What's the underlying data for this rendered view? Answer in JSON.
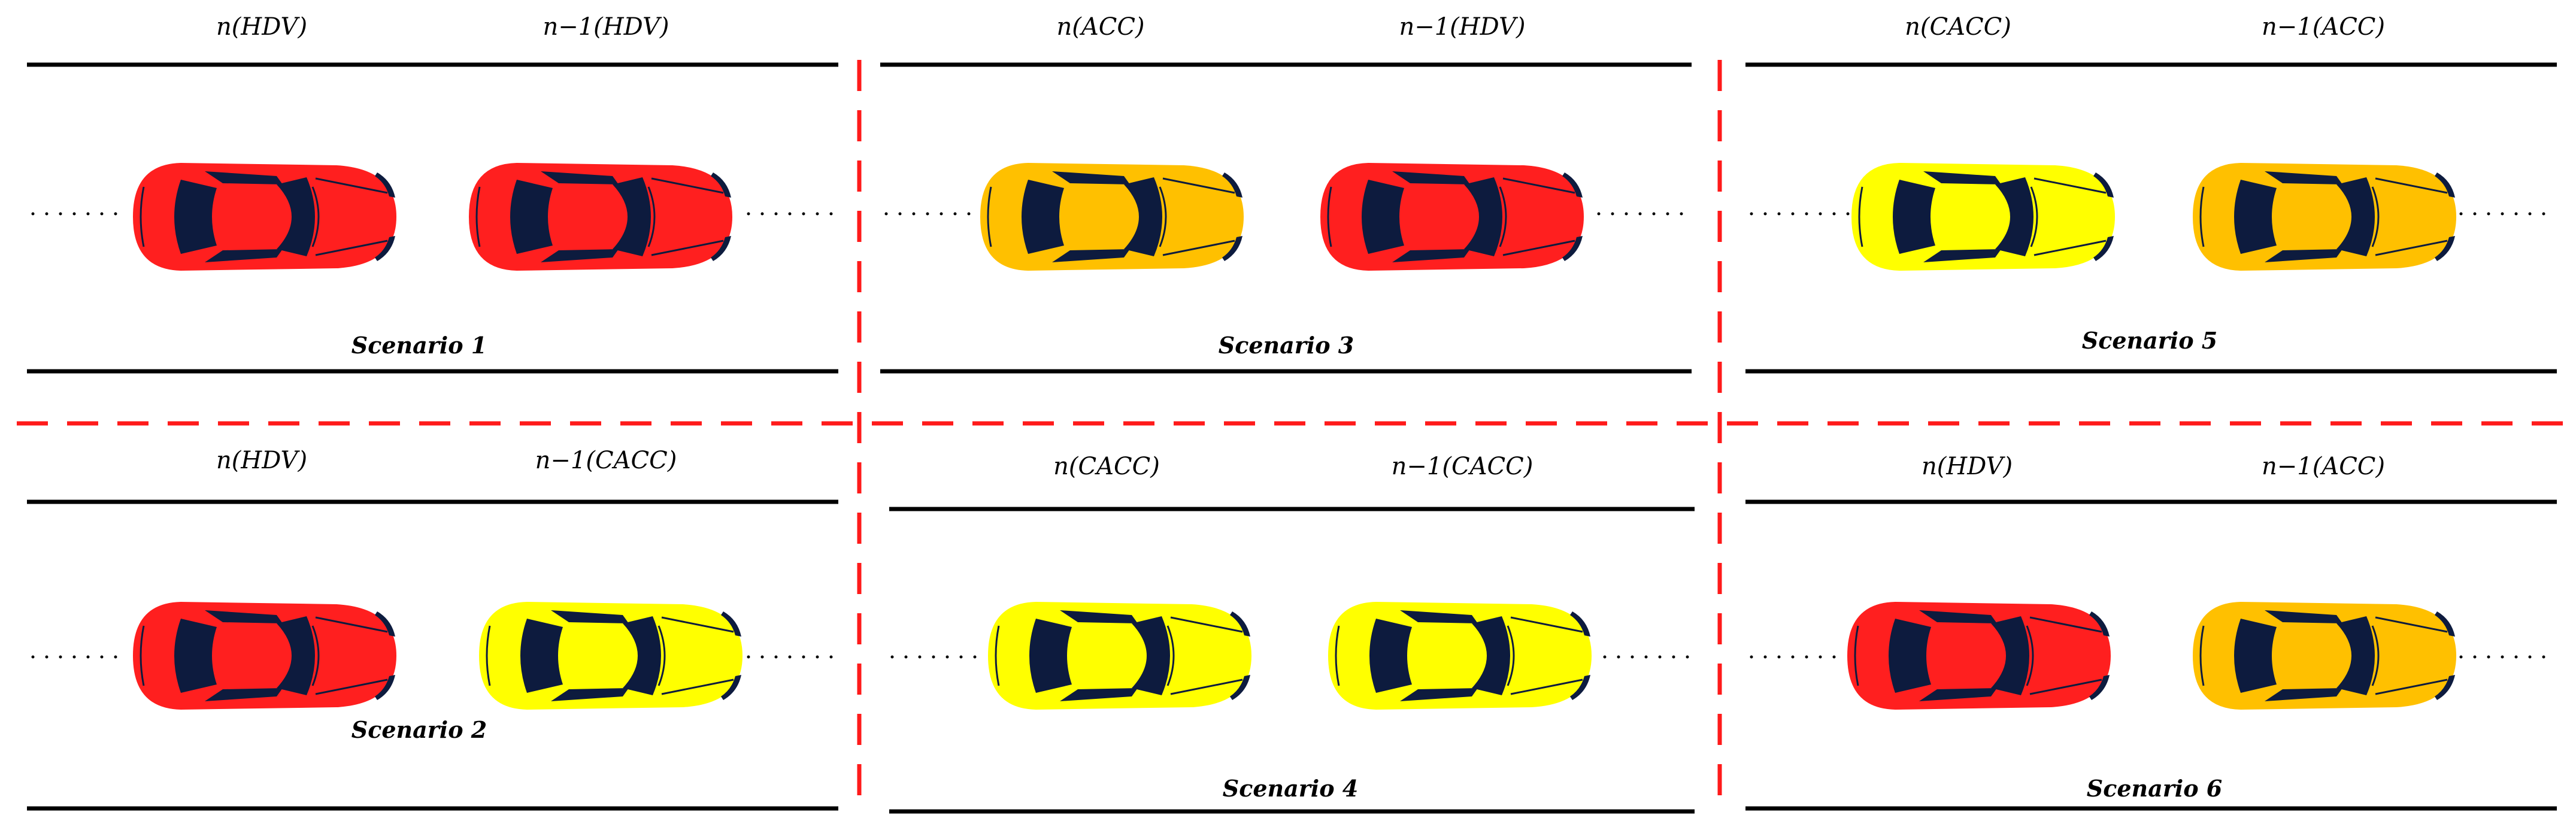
{
  "colors": {
    "HDV": "#ff1f1f",
    "ACC": "#ffc000",
    "CACC": "#ffff00",
    "divider": "#ff1a1a",
    "road": "#000000",
    "window": "#0d1b3e"
  },
  "scenarios": [
    {
      "title": "Scenario 1",
      "vehicles": [
        {
          "label": "n(HDV)",
          "type": "HDV"
        },
        {
          "label": "n−1(HDV)",
          "type": "HDV"
        }
      ]
    },
    {
      "title": "Scenario 2",
      "vehicles": [
        {
          "label": "n(HDV)",
          "type": "HDV"
        },
        {
          "label": "n−1(CACC)",
          "type": "CACC"
        }
      ]
    },
    {
      "title": "Scenario 3",
      "vehicles": [
        {
          "label": "n(ACC)",
          "type": "ACC"
        },
        {
          "label": "n−1(HDV)",
          "type": "HDV"
        }
      ]
    },
    {
      "title": "Scenario 4",
      "vehicles": [
        {
          "label": "n(CACC)",
          "type": "CACC"
        },
        {
          "label": "n−1(CACC)",
          "type": "CACC"
        }
      ]
    },
    {
      "title": "Scenario 5",
      "vehicles": [
        {
          "label": "n(CACC)",
          "type": "CACC"
        },
        {
          "label": "n−1(ACC)",
          "type": "ACC"
        }
      ]
    },
    {
      "title": "Scenario 6",
      "vehicles": [
        {
          "label": "n(HDV)",
          "type": "HDV"
        },
        {
          "label": "n−1(ACC)",
          "type": "ACC"
        }
      ]
    }
  ]
}
